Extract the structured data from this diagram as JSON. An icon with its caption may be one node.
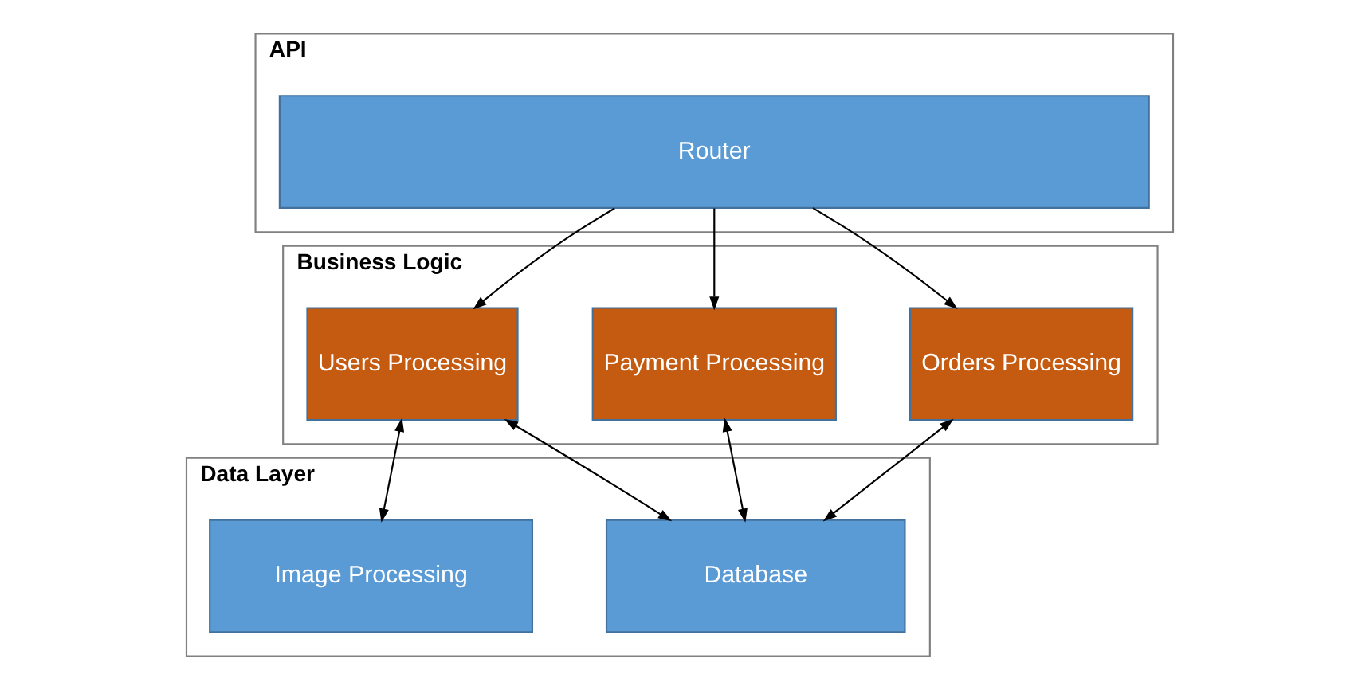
{
  "diagram": {
    "nodes": [
      {
        "text": [
          "API"
        ]
      },
      {
        "text": [
          "Router"
        ],
        "in": 0
      },
      {
        "text": [
          "Business Logic"
        ]
      },
      {
        "text": [
          "Users Processing"
        ],
        "in": 2
      },
      {
        "text": [
          "Payment Processing"
        ],
        "in": 2
      },
      {
        "text": [
          "Orders Processing"
        ],
        "in": 2
      },
      {
        "text": [
          "Data Layer"
        ]
      },
      {
        "text": [
          "Database"
        ],
        "in": 6
      },
      {
        "text": [
          "Image Processing"
        ],
        "in": 6
      }
    ],
    "edges": [
      {
        "from": 1,
        "to": 3,
        "arrow": "to"
      },
      {
        "from": 1,
        "to": 4,
        "arrow": "to"
      },
      {
        "from": 1,
        "to": 5,
        "arrow": "to"
      },
      {
        "from": 3,
        "to": 7,
        "arrow": "both"
      },
      {
        "from": 4,
        "to": 7,
        "arrow": "both"
      },
      {
        "from": 5,
        "to": 7,
        "arrow": "both"
      },
      {
        "from": 3,
        "to": 8,
        "arrow": "both"
      }
    ]
  }
}
